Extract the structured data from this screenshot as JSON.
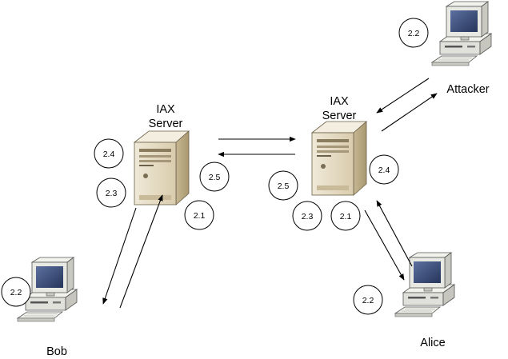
{
  "labels": {
    "server_left_line1": "IAX",
    "server_left_line2": "Server",
    "server_right_line1": "IAX",
    "server_right_line2": "Server",
    "attacker": "Attacker",
    "bob": "Bob",
    "alice": "Alice"
  },
  "steps": {
    "left_top": "2.4",
    "left_mid": "2.3",
    "left_right": "2.5",
    "left_bottom": "2.1",
    "bob": "2.2",
    "attacker": "2.2",
    "right_left": "2.5",
    "right_right": "2.4",
    "right_bottom_left": "2.3",
    "right_bottom_right": "2.1",
    "alice": "2.2"
  },
  "icons": {
    "server": "server-tower-icon",
    "workstation": "desktop-computer-icon"
  },
  "colors": {
    "server_body": "#e2d8c2",
    "server_side": "#b7a987",
    "monitor_body": "#e9e9e3",
    "screen": "#3a4d77",
    "line": "#000000"
  }
}
